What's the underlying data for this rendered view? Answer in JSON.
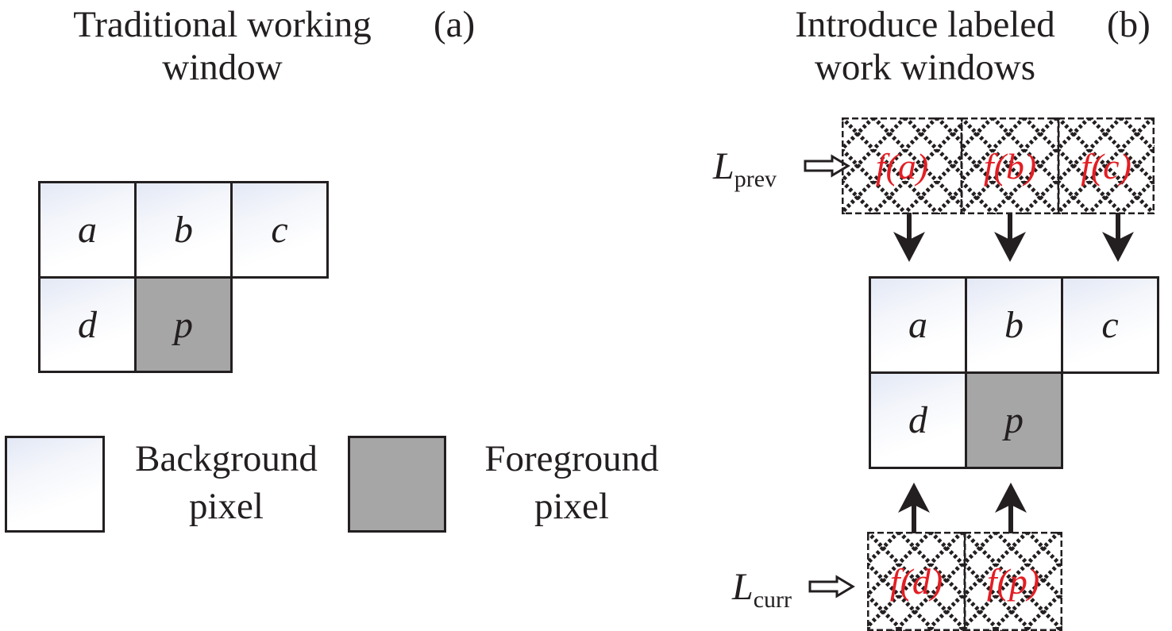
{
  "panel_a": {
    "title_line1": "Traditional working",
    "title_line2": "window",
    "tag": "(a)",
    "cells": {
      "a": "a",
      "b": "b",
      "c": "c",
      "d": "d",
      "p": "p"
    }
  },
  "panel_b": {
    "title_line1": "Introduce labeled",
    "title_line2": "work windows",
    "tag": "(b)",
    "cells": {
      "a": "a",
      "b": "b",
      "c": "c",
      "d": "d",
      "p": "p"
    },
    "prev_row": {
      "name": "L",
      "subscript": "prev",
      "labels": [
        "f(a)",
        "f(b)",
        "f(c)"
      ]
    },
    "curr_row": {
      "name": "L",
      "subscript": "curr",
      "labels": [
        "f(d)",
        "f(p)"
      ]
    }
  },
  "legend": {
    "background_line1": "Background",
    "background_line2": "pixel",
    "foreground_line1": "Foreground",
    "foreground_line2": "pixel"
  },
  "colors": {
    "foreground_pixel": "#a7a6a7",
    "label_text": "#e31e24",
    "outline": "#231f20"
  }
}
